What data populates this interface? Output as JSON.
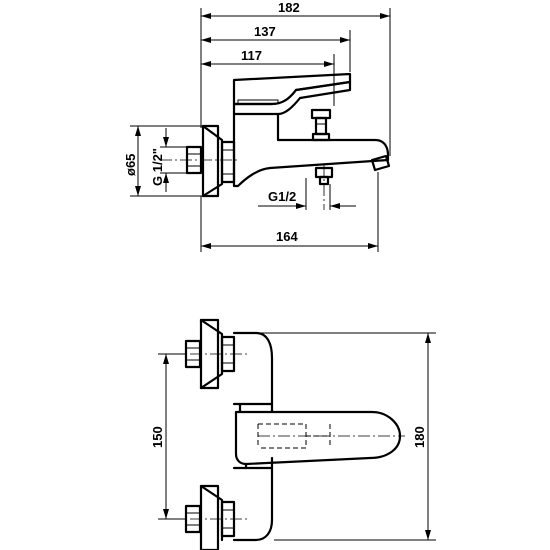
{
  "dimensions": {
    "side_view": {
      "overall_width": "182",
      "lever_width": "137",
      "body_width": "117",
      "spout_width": "164",
      "outlet_thread": "G1/2",
      "rosette_diameter": "ø65",
      "inlet_thread": "G 1/2\""
    },
    "top_view": {
      "inlet_spacing": "150",
      "overall_length": "180"
    }
  },
  "colors": {
    "line": "#000000",
    "background": "#ffffff"
  }
}
